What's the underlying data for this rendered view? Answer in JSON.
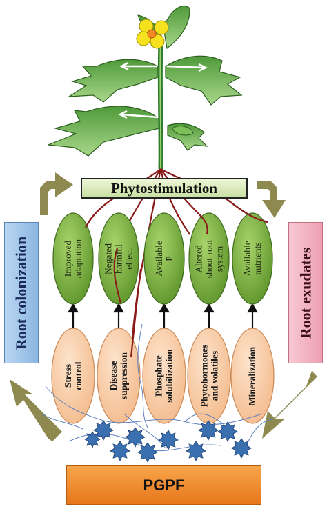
{
  "labels": {
    "phytostimulation": "Phytostimulation",
    "root_colonization": "Root colonization",
    "root_exudates": "Root exudates",
    "pgpf": "PGPF"
  },
  "effects": [
    {
      "text": "Improved adaptation"
    },
    {
      "text": "Negated harmful effect"
    },
    {
      "text": "Available P"
    },
    {
      "text": "Altered shoot-root system"
    },
    {
      "text": "Available nutrients"
    }
  ],
  "mechanisms": [
    {
      "text": "Stress control"
    },
    {
      "text": "Disease suppression"
    },
    {
      "text": "Phosphate solubilization"
    },
    {
      "text": "Phytohormones and volatiles"
    },
    {
      "text": "Mineralization"
    }
  ],
  "colors": {
    "green_oval": "#6aa330",
    "peach_oval": "#f6c9a0",
    "cycle_arrow": "#8e8a4f",
    "root_colonization_box": "#9cc3e8",
    "root_exudates_box": "#f2b8c6",
    "pgpf_box": "#ee8a2c",
    "root_line": "#8b1a1a",
    "fungi": "#3a6fb0"
  }
}
